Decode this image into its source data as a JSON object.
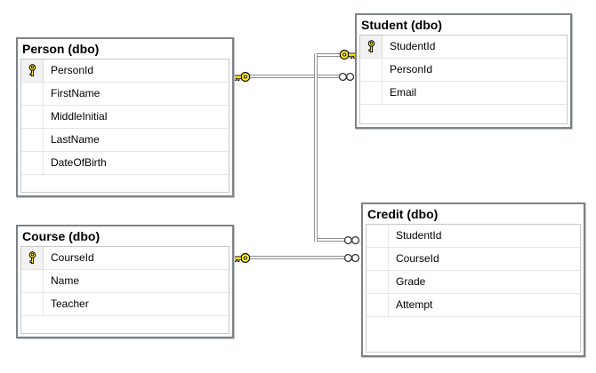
{
  "diagram_type": "database-entity-relationship",
  "tables": [
    {
      "title": "Person (dbo)",
      "columns": [
        {
          "name": "PersonId",
          "pk": true
        },
        {
          "name": "FirstName",
          "pk": false
        },
        {
          "name": "MiddleInitial",
          "pk": false
        },
        {
          "name": "LastName",
          "pk": false
        },
        {
          "name": "DateOfBirth",
          "pk": false
        }
      ]
    },
    {
      "title": "Student (dbo)",
      "columns": [
        {
          "name": "StudentId",
          "pk": true
        },
        {
          "name": "PersonId",
          "pk": false
        },
        {
          "name": "Email",
          "pk": false
        }
      ]
    },
    {
      "title": "Course (dbo)",
      "columns": [
        {
          "name": "CourseId",
          "pk": true
        },
        {
          "name": "Name",
          "pk": false
        },
        {
          "name": "Teacher",
          "pk": false
        }
      ]
    },
    {
      "title": "Credit (dbo)",
      "columns": [
        {
          "name": "StudentId",
          "pk": false
        },
        {
          "name": "CourseId",
          "pk": false
        },
        {
          "name": "Grade",
          "pk": false
        },
        {
          "name": "Attempt",
          "pk": false
        }
      ]
    }
  ],
  "relationships": [
    {
      "one_side": "Person",
      "many_side": "Student",
      "one_end_symbol": "key",
      "many_end_symbol": "infinity"
    },
    {
      "one_side": "Student",
      "many_side": "Credit",
      "one_end_symbol": "key",
      "many_end_symbol": "infinity"
    },
    {
      "one_side": "Course",
      "many_side": "Credit",
      "one_end_symbol": "key",
      "many_end_symbol": "infinity"
    }
  ],
  "colors": {
    "background": "#FFFFFF",
    "key_icon_fill": "#FFE81A",
    "key_icon_outline": "#000000",
    "relationship_line": "#8F8F8F",
    "table_border": "#7D8288",
    "inner_grid_border": "#C9C9C9",
    "row_separator": "#E6E6E6",
    "pk_cell_background": "#F2F2F2",
    "text": "#000000"
  }
}
